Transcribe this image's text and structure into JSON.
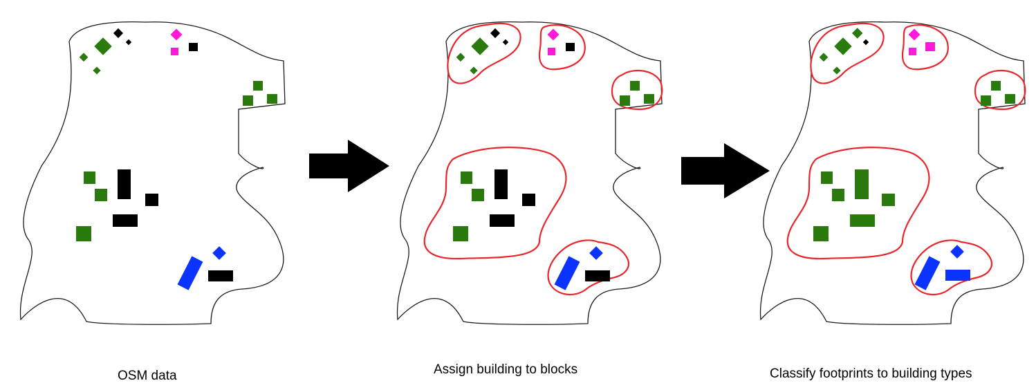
{
  "steps": [
    {
      "caption": "OSM data"
    },
    {
      "caption": "Assign building to blocks"
    },
    {
      "caption": "Classify footprints to building types"
    }
  ],
  "colors": {
    "outline": "#1a1a1a",
    "block_boundary": "#e8262b",
    "residential": "#2a7a0e",
    "unclassified": "#000000",
    "magenta": "#ff1ad9",
    "blue": "#0a33ff",
    "arrow": "#000000"
  },
  "icons": [
    "right-arrow-icon",
    "right-arrow-icon"
  ]
}
